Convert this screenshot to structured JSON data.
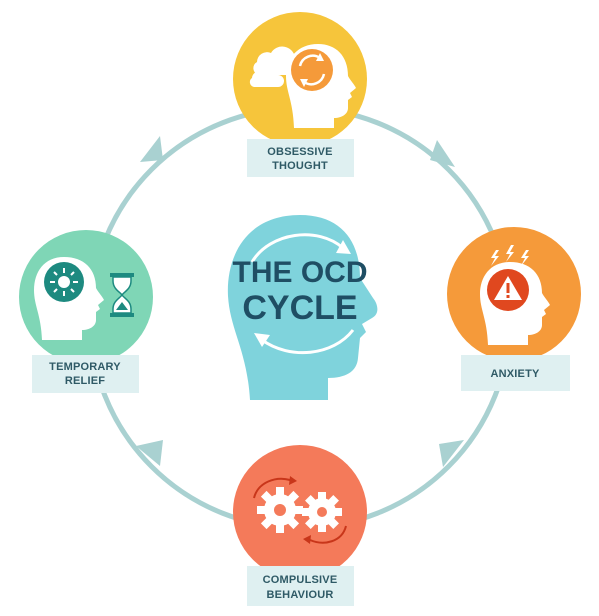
{
  "center": {
    "title_line1": "THE OCD",
    "title_line2": "CYCLE",
    "head_color": "#7fd3dc",
    "text_color": "#1f4e64"
  },
  "nodes": [
    {
      "id": "obsessive-thought",
      "label_line1": "OBSESSIVE",
      "label_line2": "THOUGHT",
      "color": "#f6c53b",
      "icon": "head-with-circular-arrows-and-clouds-icon"
    },
    {
      "id": "anxiety",
      "label_line1": "ANXIETY",
      "label_line2": "",
      "color": "#f59a3a",
      "icon": "head-with-warning-icon"
    },
    {
      "id": "compulsive-behaviour",
      "label_line1": "COMPULSIVE",
      "label_line2": "BEHAVIOUR",
      "color": "#f47a5a",
      "icon": "gears-with-arrows-icon"
    },
    {
      "id": "temporary-relief",
      "label_line1": "TEMPORARY",
      "label_line2": "RELIEF",
      "color": "#7fd6b6",
      "icon": "head-with-sun-and-hourglass-icon"
    }
  ],
  "colors": {
    "ring": "#a9d1d1",
    "label_box": "#dff0f1",
    "label_text": "#2f5a66"
  }
}
